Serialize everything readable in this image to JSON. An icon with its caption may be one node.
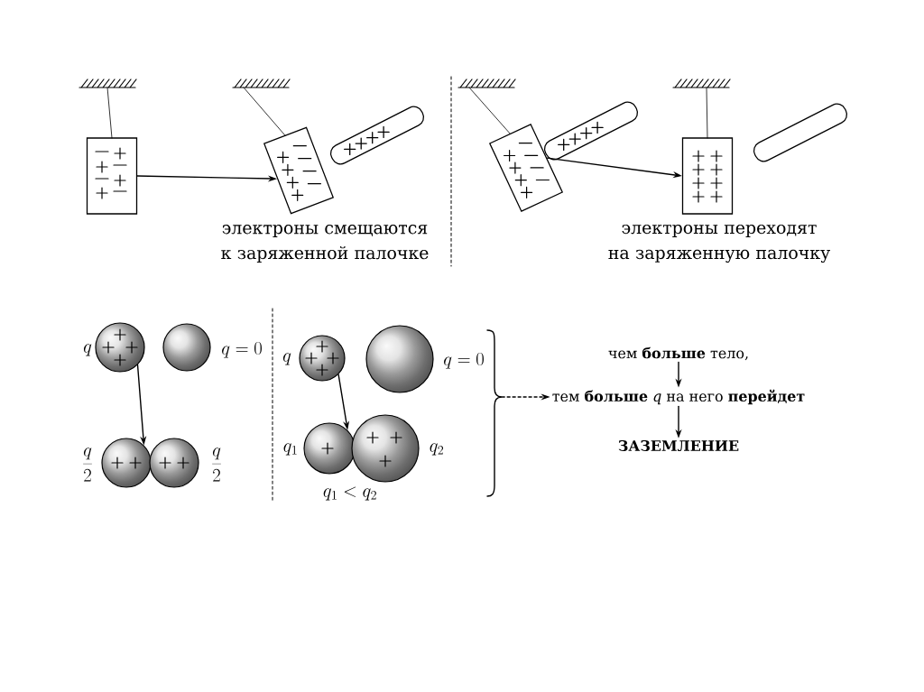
{
  "diagram": {
    "nodes": [
      {
        "text": [],
        "shape": "box"
      },
      {
        "text": [],
        "shape": "box"
      },
      {
        "text": [],
        "shape": "box"
      },
      {
        "text": [],
        "shape": "box"
      },
      {
        "text": [],
        "shape": "circle"
      },
      {
        "text": [],
        "shape": "circle"
      },
      {
        "text": [],
        "shape": "circle"
      },
      {
        "text": [],
        "shape": "circle"
      },
      {
        "text": [],
        "shape": "circle"
      },
      {
        "text": [],
        "shape": "circle"
      },
      {
        "text": [],
        "shape": "circle"
      },
      {
        "text": [],
        "shape": "circle"
      },
      {
        "text": [
          "чем **больше** тело,"
        ]
      },
      {
        "text": [
          "тем **больше** *q* на него **перейдет**"
        ]
      },
      {
        "text": [
          "ЗАЗЕМЛЕНИЕ"
        ]
      },
      {
        "text": [],
        "shape": "bracket"
      }
    ],
    "edges": [
      {
        "from": 0,
        "to": 1,
        "arrow": "to"
      },
      {
        "from": 2,
        "to": 3,
        "arrow": "to"
      },
      {
        "from": 4,
        "to": 6,
        "arrow": "to"
      },
      {
        "from": 8,
        "to": 10,
        "arrow": "to"
      },
      {
        "from": 15,
        "to": 13,
        "arrow": "to",
        "style": "dashed"
      },
      {
        "from": 12,
        "to": 13,
        "arrow": "to"
      },
      {
        "from": 13,
        "to": 14,
        "arrow": "to"
      }
    ],
    "labels": [
      "электроны смещаются к заряженной палочке",
      "электроны переходят на заряженную палочку",
      "q",
      "q = 0",
      "q",
      "q = 0",
      "\\frac{q}{2}",
      "\\frac{q}{2}",
      "q_1",
      "q_2",
      "q_1 < q_2"
    ]
  }
}
